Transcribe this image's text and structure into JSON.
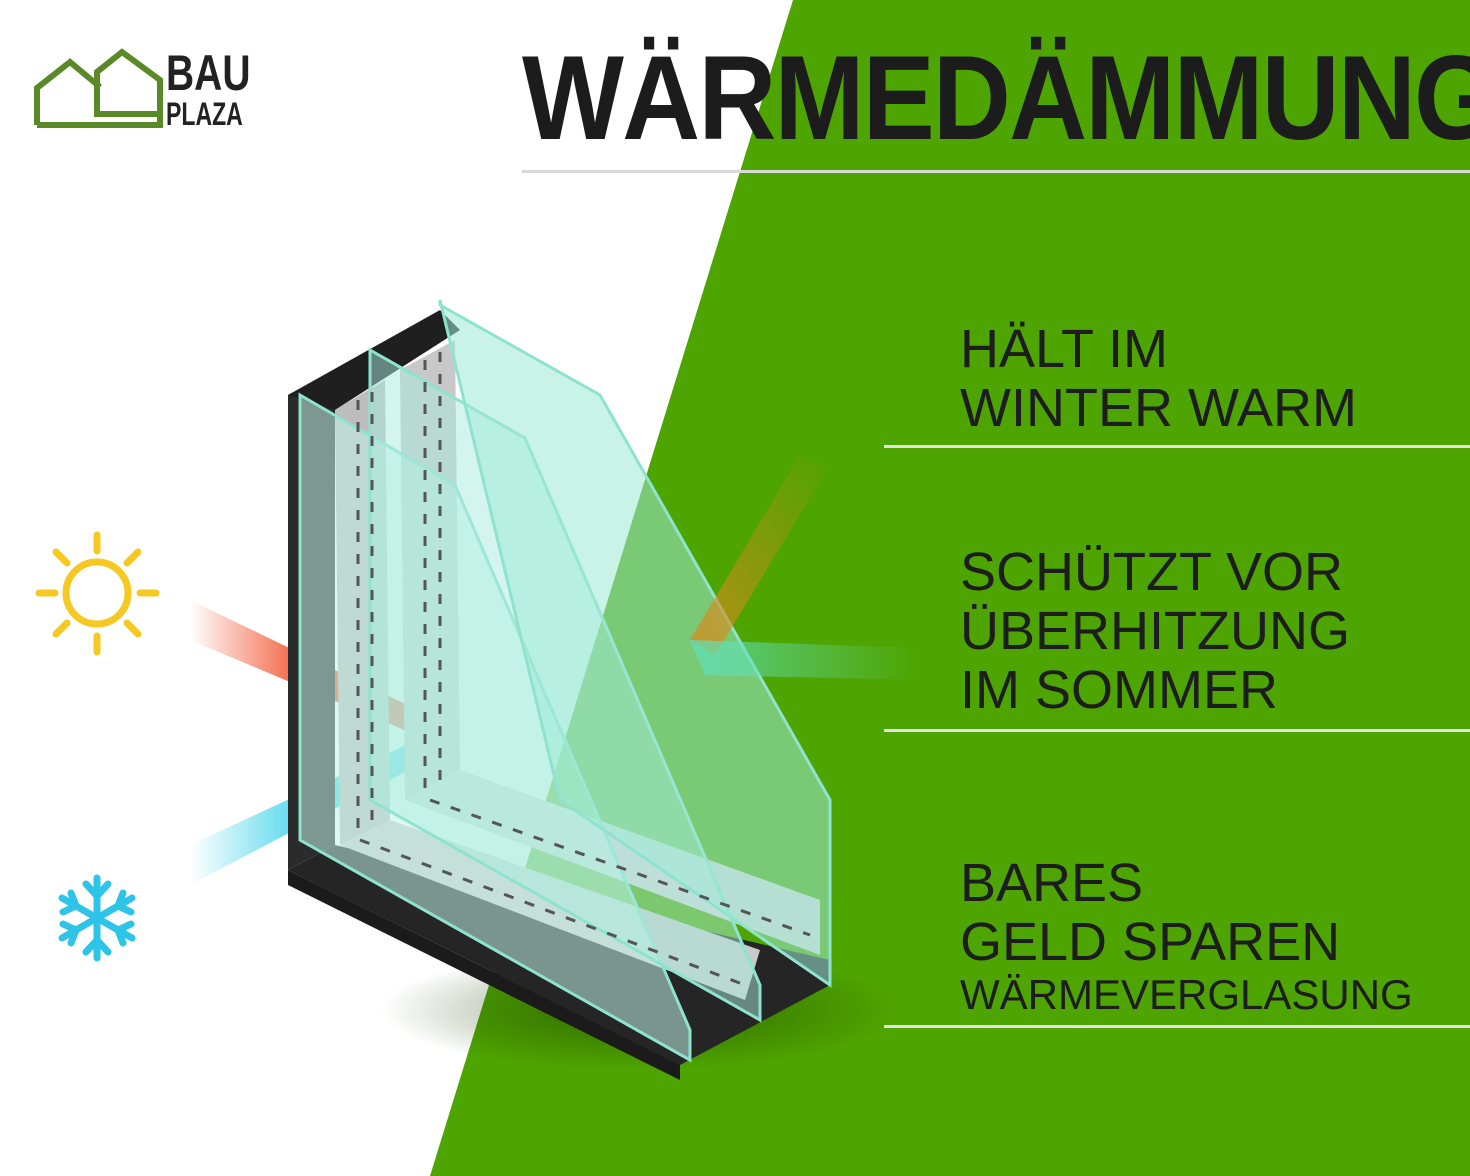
{
  "header": {
    "title": "WÄRMEDÄMMUNG"
  },
  "logo": {
    "line1": "BAU",
    "line2": "PLAZA",
    "icon": "house-outline-icon",
    "color": "#5a8a28"
  },
  "benefits": [
    {
      "lines": [
        "HÄLT IM",
        "WINTER WARM"
      ]
    },
    {
      "lines": [
        "SCHÜTZT VOR",
        "ÜBERHITZUNG",
        "IM SOMMER"
      ]
    },
    {
      "lines": [
        "BARES",
        "GELD SPAREN"
      ],
      "sub": "WÄRMEVERGLASUNG"
    }
  ],
  "icons": {
    "sun": "sun-icon",
    "snowflake": "snowflake-icon",
    "window": "double-glazed-window-icon"
  },
  "colors": {
    "green_panel": "#4ea400",
    "sun": "#f6c824",
    "snow": "#2ec4e8",
    "heat_ray": "#f04a24",
    "cold_ray": "#3fd2ea",
    "frame": "#2a2a2a",
    "glass": "#a8ecdc"
  }
}
